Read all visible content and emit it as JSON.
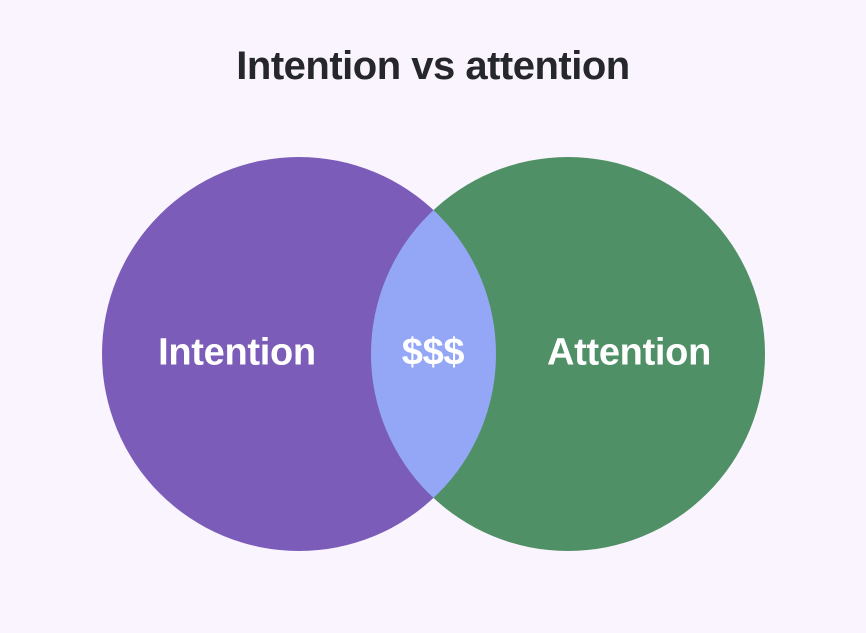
{
  "title": "Intention vs attention",
  "venn": {
    "left": {
      "label": "Intention",
      "color": "#7c5cb9"
    },
    "right": {
      "label": "Attention",
      "color": "#509066"
    },
    "intersection": {
      "label": "$$$",
      "color": "#94a7f7"
    }
  },
  "colors": {
    "background": "#f9f4fd",
    "title": "#26272b",
    "label_text": "#ffffff"
  }
}
